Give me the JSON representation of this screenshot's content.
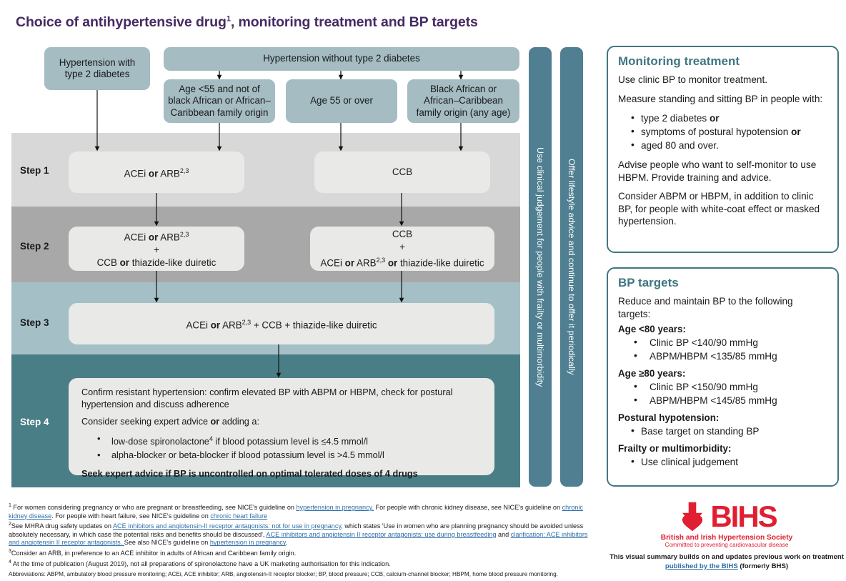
{
  "title": {
    "text_before": "Choice of antihypertensive drug",
    "superscript": "1",
    "text_after": ", monitoring treatment and BP targets"
  },
  "flow": {
    "entry_boxes": [
      {
        "id": "hypertension-with-diabetes",
        "label": "Hypertension with\ntype 2 diabetes"
      },
      {
        "id": "hypertension-without-diabetes",
        "label": "Hypertension without type 2 diabetes"
      }
    ],
    "subgroup_boxes": [
      {
        "id": "age-under-55",
        "label": "Age <55 and not of\nblack African or African–\nCaribbean family origin"
      },
      {
        "id": "age-55-or-over",
        "label": "Age 55 or over"
      },
      {
        "id": "black-african-caribbean",
        "label": "Black African or\nAfrican–Caribbean\nfamily origin (any age)"
      }
    ],
    "steps": [
      {
        "label": "Step 1",
        "band_color": "#d8d8d8",
        "boxes": [
          {
            "id": "step1-left",
            "lines": [
              {
                "text": "ACEi ",
                "bold": false
              },
              {
                "text": "or",
                "bold": true
              },
              {
                "text": " ARB",
                "bold": false
              },
              {
                "text": "2,3",
                "sup": true
              }
            ]
          },
          {
            "id": "step1-right",
            "lines": [
              {
                "text": "CCB",
                "bold": false
              }
            ]
          }
        ]
      },
      {
        "label": "Step 2",
        "band_color": "#a8a8a8",
        "boxes": [
          {
            "id": "step2-left"
          },
          {
            "id": "step2-right"
          }
        ]
      },
      {
        "label": "Step 3",
        "band_color": "#a4bfc6",
        "boxes": [
          {
            "id": "step3-full"
          }
        ]
      },
      {
        "label": "Step 4",
        "band_color": "#4a7e87",
        "boxes": [
          {
            "id": "step4-full"
          }
        ]
      }
    ],
    "step1_left_html": "ACEi <b>or</b> ARB<sup>2,3</sup>",
    "step1_right_html": "CCB",
    "step2_left_html": "ACEi <b>or</b> ARB<sup>2,3</sup><br>+<br>CCB <b>or</b> thiazide-like duiretic",
    "step2_right_html": "CCB<br>+<br>ACEi <b>or</b> ARB<sup>2,3</sup> <b>or</b> thiazide-like duiretic",
    "step3_html": "ACEi <b>or</b> ARB<sup>2,3</sup> + CCB + thiazide-like duiretic",
    "step4": {
      "para1": "Confirm resistant hypertension: confirm elevated BP with ABPM or HBPM, check for postural hypertension and discuss adherence",
      "para2_html": "Consider seeking expert advice <b>or</b> adding a:",
      "bullets_html": [
        "low-dose spironolactone<sup>4</sup> if blood potassium level is ≤4.5 mmol/l",
        "alpha-blocker or beta-blocker if blood potassium level is >4.5 mmol/l"
      ],
      "closing": "Seek expert advice if BP is uncontrolled on optimal tolerated doses of 4 drugs"
    }
  },
  "side_bars": [
    {
      "id": "clinical-judgement-bar",
      "label": "Use clinical judgement for people with frailty or multimorbidity"
    },
    {
      "id": "lifestyle-advice-bar",
      "label": "Offer lifestyle advice and continue to offer it periodically"
    }
  ],
  "panels": {
    "monitoring": {
      "heading": "Monitoring treatment",
      "para1": "Use clinic BP to monitor treatment.",
      "para2": "Measure standing and sitting BP in people with:",
      "bullets_html": [
        "type 2 diabetes <b>or</b>",
        "symptoms of postural hypotension <b>or</b>",
        "aged 80 and over."
      ],
      "para3": "Advise people who want to self-monitor to use HBPM. Provide training and advice.",
      "para4": "Consider ABPM or HBPM, in addition to clinic BP, for people with white-coat effect or masked hypertension."
    },
    "bp_targets": {
      "heading": "BP targets",
      "para1": "Reduce and maintain BP to the following targets:",
      "group1_label": "Age <80 years:",
      "group1_bullets": [
        "Clinic BP <140/90 mmHg",
        "ABPM/HBPM <135/85 mmHg"
      ],
      "group2_label": "Age ≥80 years:",
      "group2_bullets": [
        "Clinic BP <150/90 mmHg",
        "ABPM/HBPM <145/85 mmHg"
      ],
      "group3_label": "Postural hypotension:",
      "group3_bullets": [
        "Base target on standing BP"
      ],
      "group4_label": "Frailty or multimorbidity:",
      "group4_bullets": [
        "Use clinical judgement"
      ]
    }
  },
  "footnotes_html": [
    "<sup>1</sup> For women considering pregnancy or who are pregnant or breastfeeding, see NICE's guideline on <span class=\"lnk\">hypertension in pregnancy.</span> For people with chronic kidney disease, see NICE's guideline on <span class=\"lnk\">chronic kidney disease</span>. For people with heart failure, see NICE's guideline on <span class=\"lnk\">chronic heart failure</span>",
    "<sup>2</sup>See MHRA drug safety updates on <span class=\"lnk\">ACE inhibitors and angiotensin-II receptor antagonists: not for use in pregnancy</span>, which states 'Use in women who are planning pregnancy should be avoided unless absolutely necessary, in which case the potential risks and benefits should be discussed', <span class=\"lnk\">ACE inhibitors and angiotensin II receptor antagonists: use during breastfeeding</span> and <span class=\"lnk\">clarification: ACE inhibitors and angiotensin II receptor antagonists. </span>See also NICE's guideline on <span class=\"lnk\">hypertension in pregnancy</span>.",
    "<sup>3</sup>Consider an ARB, in preference to an ACE inhibitor in adults of African and Caribbean family origin.",
    "<sup>4</sup> At the time of publication (August 2019), not all preparations of spironolactone have a UK marketing authorisation for this indication."
  ],
  "abbreviations": "Abbreviations: ABPM, ambulatory blood pressure monitoring; ACEi, ACE inhibitor; ARB, angiotensin-II receptor blocker; BP, blood pressure; CCB, calcium-channel blocker; HBPM, home blood pressure monitoring.",
  "logo": {
    "wordmark": "BIHS",
    "society_name": "British and Irish Hypertension Society",
    "tagline": "Committed to preventing cardiovascular disease",
    "note_html": "This visual summary builds on and updates previous work on treatment <span class=\"lnk\">published by the BIHS</span> (formerly BHS)"
  },
  "colors": {
    "title": "#452a63",
    "teal_box": "#a4bcc2",
    "panel_border": "#3f7781",
    "panel_heading": "#3f7781",
    "sidebar": "#4f7f91",
    "step1_band": "#d8d8d8",
    "step2_band": "#a8a8a8",
    "step3_band": "#a4bfc6",
    "step4_band": "#4a7e87",
    "drug_box": "#e9e9e7",
    "link": "#2e6ea8",
    "logo_red": "#e01f32"
  }
}
